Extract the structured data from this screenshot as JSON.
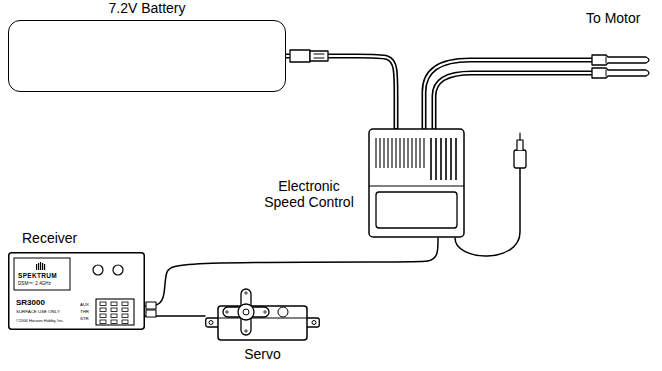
{
  "diagram": {
    "nodes": [
      {
        "text": [
          "7.2V Battery"
        ]
      },
      {
        "text": [
          "Electronic Speed Control"
        ]
      },
      {
        "text": [
          "Receiver",
          "SPEKTRUM",
          "DSM™: 2.4GHz",
          "SR3000",
          "SURFACE USE ONLY",
          "AUX",
          "THR",
          "STR",
          "©2006 Horizon Hobby, Inc."
        ]
      },
      {
        "text": [
          "Servo"
        ]
      }
    ],
    "edges": [
      {
        "from": 0,
        "to": 1,
        "arrow": "none"
      },
      {
        "from": 1,
        "to": 2,
        "arrow": "none"
      },
      {
        "from": 2,
        "to": 3,
        "arrow": "none"
      }
    ],
    "labels": [
      "To Motor"
    ]
  }
}
